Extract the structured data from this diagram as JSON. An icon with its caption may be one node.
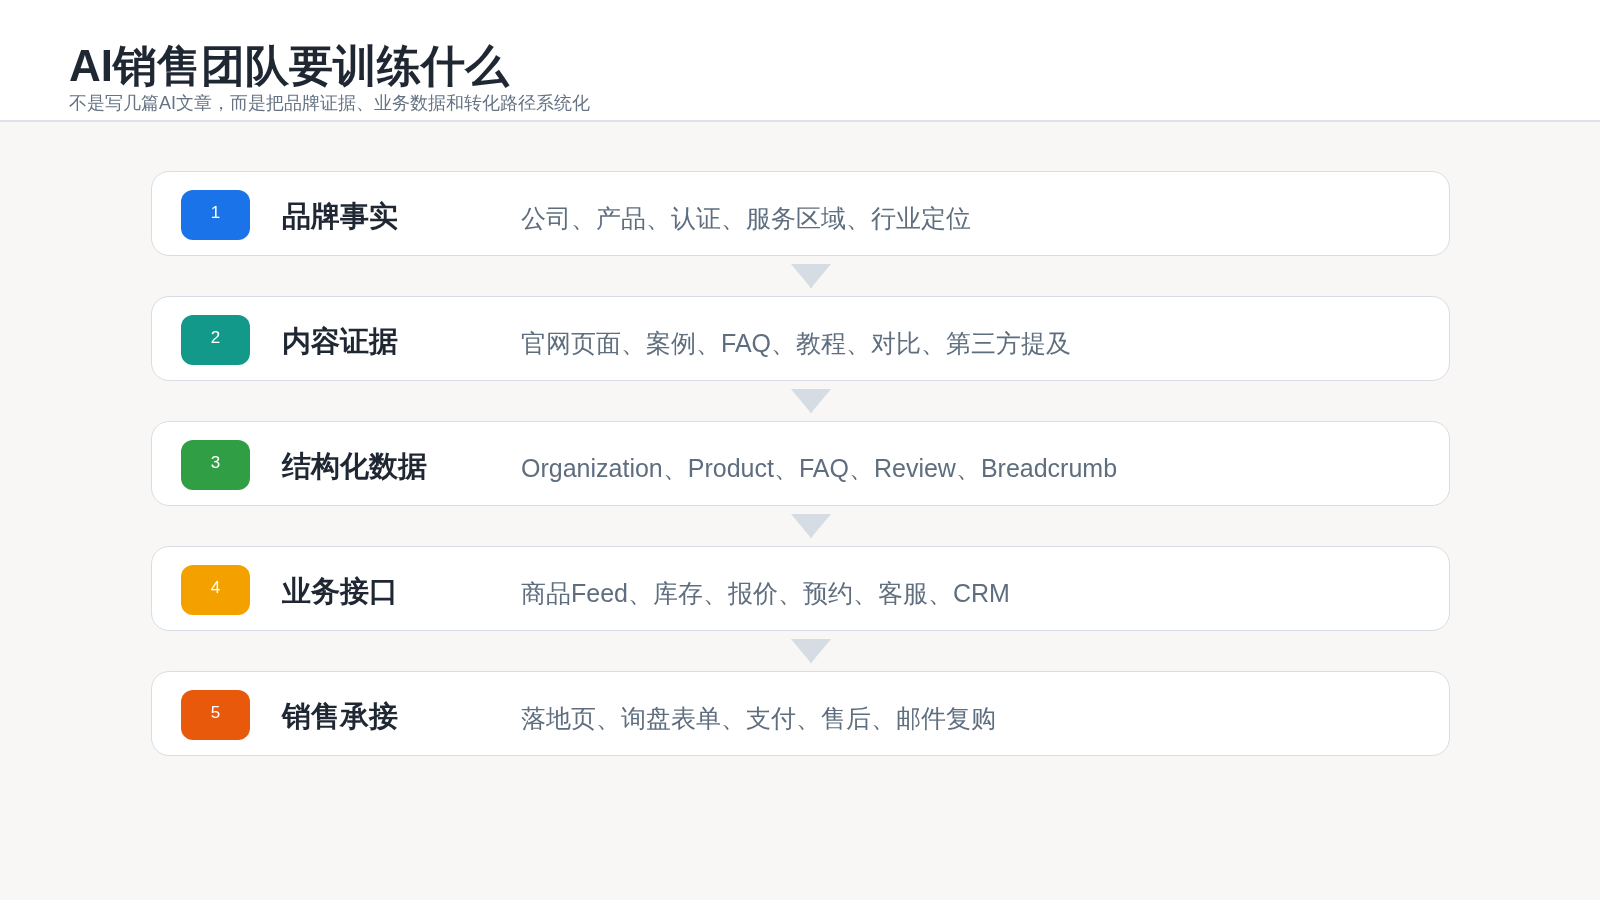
{
  "diagram": {
    "title": "AI销售团队要训练什么",
    "nodes": [
      {
        "text": [
          "品牌事实",
          "公司、产品、认证、服务区域、行业定位"
        ]
      },
      {
        "text": [
          "1"
        ],
        "in": 0
      },
      {
        "text": [
          "内容证据",
          "官网页面、案例、FAQ、教程、对比、第三方提及"
        ]
      },
      {
        "text": [
          "2"
        ],
        "in": 2
      },
      {
        "text": [
          "结构化数据",
          "Organization、Product、FAQ、Review、Breadcrumb"
        ]
      },
      {
        "text": [
          "3"
        ],
        "in": 4
      },
      {
        "text": [
          "业务接口",
          "商品Feed、库存、报价、预约、客服、CRM"
        ]
      },
      {
        "text": [
          "4"
        ],
        "in": 6
      },
      {
        "text": [
          "销售承接",
          "落地页、询盘表单、支付、售后、邮件复购"
        ]
      },
      {
        "text": [
          "5"
        ],
        "in": 8
      }
    ],
    "edges": [
      {
        "from": 0,
        "to": 2,
        "arrow": "to"
      },
      {
        "from": 2,
        "to": 4,
        "arrow": "to"
      },
      {
        "from": 4,
        "to": 6,
        "arrow": "to"
      },
      {
        "from": 6,
        "to": 8,
        "arrow": "to"
      }
    ],
    "labels": [
      "不是写几篇AI文章，而是把品牌证据、业务数据和转化路径系统化"
    ]
  }
}
